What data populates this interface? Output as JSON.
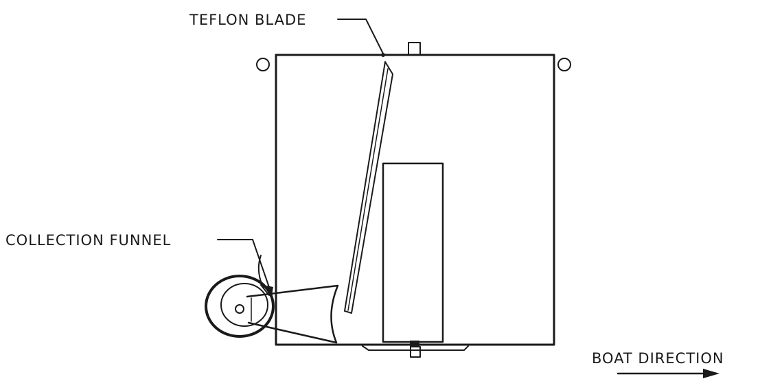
{
  "labels": {
    "teflon_blade": "TEFLON BLADE",
    "collection_funnel": "COLLECTION FUNNEL",
    "boat_direction": "BOAT DIRECTION"
  },
  "colors": {
    "ink": "#1a1a1a",
    "background": "#ffffff"
  }
}
